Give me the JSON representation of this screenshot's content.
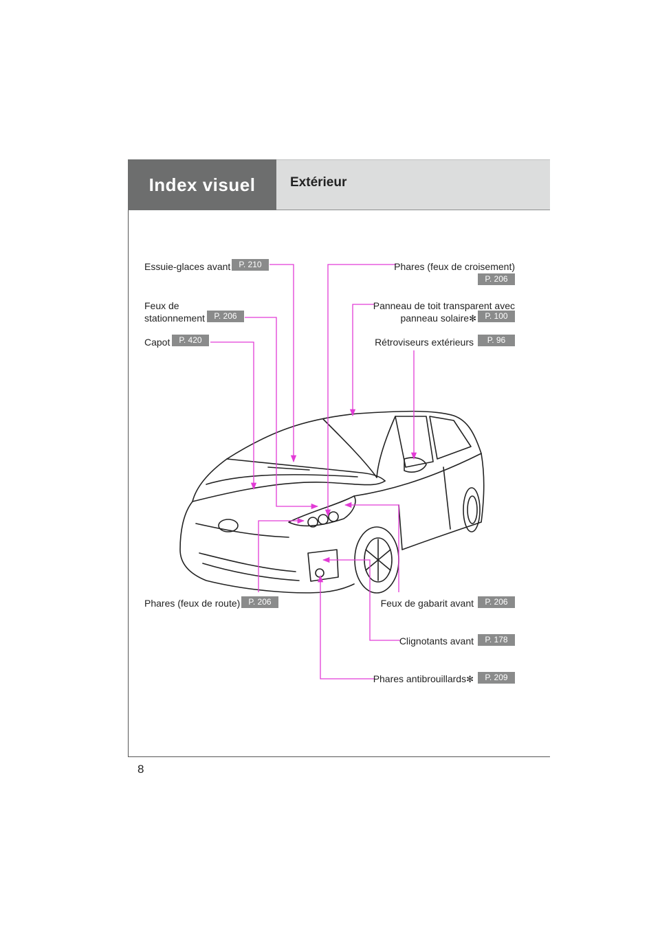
{
  "header": {
    "section": "Index visuel",
    "title": "Extérieur"
  },
  "callouts": {
    "wipers": {
      "label": "Essuie-glaces avant",
      "page": "P. 210"
    },
    "parking_lights": {
      "label_line1": "Feux de",
      "label_line2": "stationnement",
      "page": "P. 206"
    },
    "hood": {
      "label": "Capot",
      "page": "P. 420"
    },
    "low_beam": {
      "label": "Phares (feux de croisement)",
      "page": "P. 206"
    },
    "moonroof": {
      "label_line1": "Panneau de toit transparent avec",
      "label_line2": "panneau solaire",
      "star": "✻",
      "page": "P. 100"
    },
    "mirrors": {
      "label": "Rétroviseurs extérieurs",
      "page": "P. 96"
    },
    "high_beam": {
      "label": "Phares (feux de route)",
      "page": "P. 206"
    },
    "side_marker": {
      "label": "Feux de gabarit avant",
      "page": "P. 206"
    },
    "turn_signals": {
      "label": "Clignotants avant",
      "page": "P. 178"
    },
    "fog_lights": {
      "label": "Phares antibrouillards",
      "star": "✻",
      "page": "P. 209"
    }
  },
  "colors": {
    "leader": "#e23bd6",
    "badge": "#8a8b8b",
    "header_dark": "#6d6e6e",
    "header_light": "#dcdddd"
  },
  "footer": {
    "page_number": "8"
  }
}
